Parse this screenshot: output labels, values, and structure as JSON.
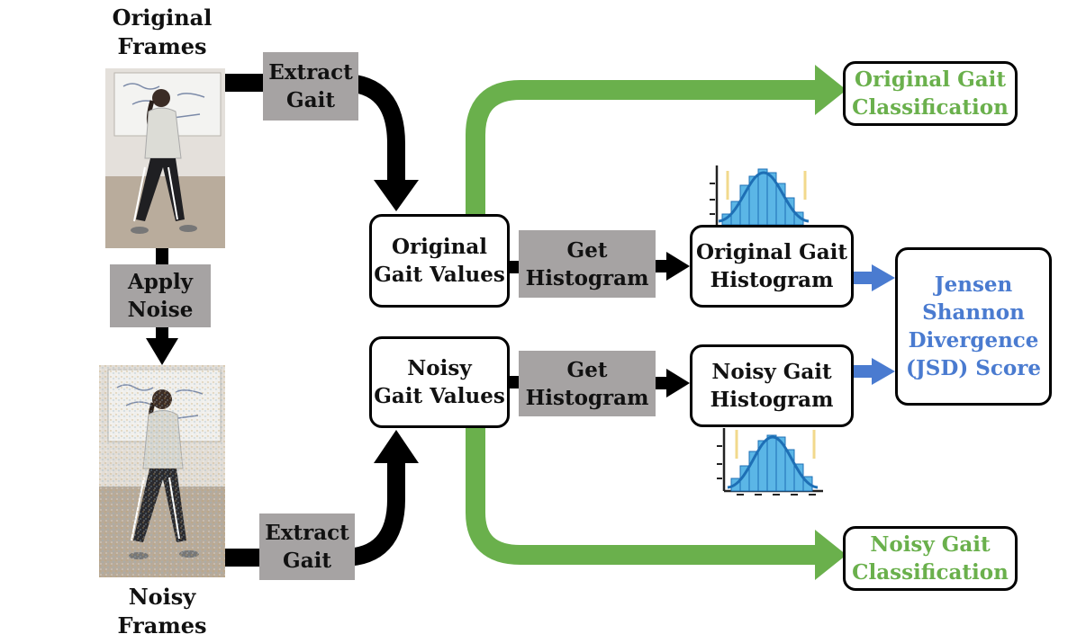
{
  "captions": {
    "original_frames": [
      "Original",
      "Frames"
    ],
    "noisy_frames": [
      "Noisy",
      "Frames"
    ]
  },
  "steps": {
    "extract_gait_top": [
      "Extract",
      "Gait"
    ],
    "apply_noise": [
      "Apply",
      "Noise"
    ],
    "extract_gait_bottom": [
      "Extract",
      "Gait"
    ],
    "get_histogram_top": [
      "Get",
      "Histogram"
    ],
    "get_histogram_bottom": [
      "Get",
      "Histogram"
    ]
  },
  "nodes": {
    "original_gait_values": [
      "Original",
      "Gait Values"
    ],
    "noisy_gait_values": [
      "Noisy",
      "Gait Values"
    ],
    "original_gait_histogram": [
      "Original Gait",
      "Histogram"
    ],
    "noisy_gait_histogram": [
      "Noisy Gait",
      "Histogram"
    ],
    "jsd_score": [
      "Jensen",
      "Shannon",
      "Divergence",
      "(JSD) Score"
    ],
    "original_gait_classification": [
      "Original Gait",
      "Classification"
    ],
    "noisy_gait_classification": [
      "Noisy Gait",
      "Classification"
    ]
  },
  "colors": {
    "green_arrow": "#6ab04c",
    "blue_arrow": "#4a7bd0",
    "gray_box": "#a6a3a3",
    "histogram_bar": "#5bb6e6",
    "histogram_curve": "#1e6fb5"
  },
  "icons": {
    "photo": "walking-person-photo",
    "histogram": "histogram-bell-curve-icon"
  }
}
